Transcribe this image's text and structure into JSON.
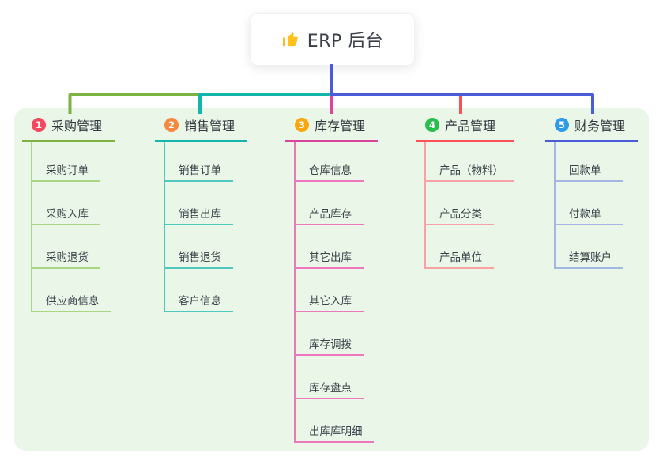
{
  "root": {
    "title": "ERP 后台",
    "icon": "thumbs-up-icon",
    "trunk_color": "#4a5bd9",
    "box_bg": "#ffffff",
    "text_color": "#3a4049"
  },
  "panel": {
    "bg_color": "#e9f6e8"
  },
  "branches": [
    {
      "index": "1",
      "label": "采购管理",
      "badge_color": "#f4495f",
      "line_color": "#7cb342",
      "item_line_color": "#a9d585",
      "items": [
        "采购订单",
        "采购入库",
        "采购退货",
        "供应商信息"
      ]
    },
    {
      "index": "2",
      "label": "销售管理",
      "badge_color": "#f6883f",
      "line_color": "#12b7aa",
      "item_line_color": "#4fc9be",
      "items": [
        "销售订单",
        "销售出库",
        "销售退货",
        "客户信息"
      ]
    },
    {
      "index": "3",
      "label": "库存管理",
      "badge_color": "#faa60e",
      "line_color": "#d9459b",
      "item_line_color": "#ec77ba",
      "items": [
        "仓库信息",
        "产品库存",
        "其它出库",
        "其它入库",
        "库存调拨",
        "库存盘点",
        "出库库明细"
      ]
    },
    {
      "index": "4",
      "label": "产品管理",
      "badge_color": "#28be4b",
      "line_color": "#f8515c",
      "item_line_color": "#f9a2a6",
      "items": [
        "产品（物料）",
        "产品分类",
        "产品单位"
      ]
    },
    {
      "index": "5",
      "label": "财务管理",
      "badge_color": "#2c9be8",
      "line_color": "#4a5cd8",
      "item_line_color": "#a6b6e3",
      "items": [
        "回款单",
        "付款单",
        "结算账户"
      ]
    }
  ]
}
